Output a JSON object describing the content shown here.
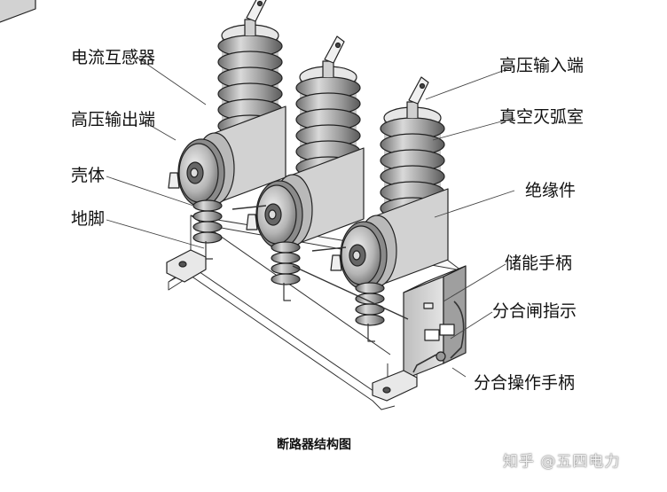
{
  "labels_left": {
    "ct": "电流互感器",
    "hv_out": "高压输出端",
    "shell": "壳体",
    "foot": "地脚"
  },
  "labels_right": {
    "hv_in": "高压输入端",
    "vacuum": "真空灭弧室",
    "insulator": "绝缘件",
    "energy_handle": "储能手柄",
    "indicator": "分合闸指示",
    "op_handle": "分合操作手柄"
  },
  "caption": "断路器结构图",
  "watermark": "知乎 @五四电力"
}
